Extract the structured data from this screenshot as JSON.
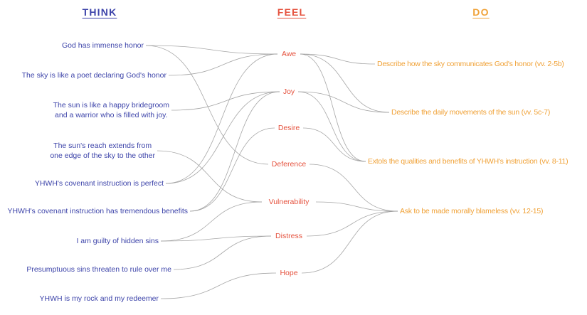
{
  "columns": {
    "think": {
      "header": "THINK",
      "color": "#3c43a9"
    },
    "feel": {
      "header": "FEEL",
      "color": "#e5523e"
    },
    "do": {
      "header": "DO",
      "color": "#f0a238"
    }
  },
  "line_color": "#979797",
  "think": {
    "items": [
      {
        "id": "god-honor",
        "text": "God has immense honor"
      },
      {
        "id": "sky-poet",
        "text": "The sky is like a poet declaring God's honor"
      },
      {
        "id": "bridegroom",
        "text": "The sun is like a happy bridegroom\nand a warrior who is filled with joy."
      },
      {
        "id": "suns-reach",
        "text": "The sun's reach extends from\none edge of the sky to the other"
      },
      {
        "id": "perfect",
        "text": "YHWH's covenant instruction is perfect"
      },
      {
        "id": "benefits",
        "text": "YHWH's covenant instruction has tremendous benefits"
      },
      {
        "id": "guilty",
        "text": "I am guilty of hidden sins"
      },
      {
        "id": "presumptuous",
        "text": "Presumptuous sins threaten to rule over me"
      },
      {
        "id": "rock",
        "text": "YHWH is my rock and my redeemer"
      }
    ]
  },
  "feel": {
    "items": [
      {
        "id": "awe",
        "text": "Awe"
      },
      {
        "id": "joy",
        "text": "Joy"
      },
      {
        "id": "desire",
        "text": "Desire"
      },
      {
        "id": "deference",
        "text": "Deference"
      },
      {
        "id": "vulnerability",
        "text": "Vulnerability"
      },
      {
        "id": "distress",
        "text": "Distress"
      },
      {
        "id": "hope",
        "text": "Hope"
      }
    ]
  },
  "do": {
    "items": [
      {
        "id": "describe-sky",
        "text": "Describe how the sky communicates God's honor (vv. 2-5b)"
      },
      {
        "id": "describe-sun",
        "text": "Describe the daily movements of the sun (vv. 5c-7)"
      },
      {
        "id": "extols",
        "text": "Extols the qualities and benefits of YHWH's instruction (vv. 8-11)"
      },
      {
        "id": "ask",
        "text": "Ask to be made morally blameless (vv. 12-15)"
      }
    ]
  },
  "edges": [
    {
      "from": "god-honor",
      "to": "awe"
    },
    {
      "from": "sky-poet",
      "to": "awe"
    },
    {
      "from": "perfect",
      "to": "awe"
    },
    {
      "from": "bridegroom",
      "to": "joy"
    },
    {
      "from": "perfect",
      "to": "joy"
    },
    {
      "from": "benefits",
      "to": "joy"
    },
    {
      "from": "benefits",
      "to": "desire"
    },
    {
      "from": "god-honor",
      "to": "deference"
    },
    {
      "from": "suns-reach",
      "to": "vulnerability"
    },
    {
      "from": "guilty",
      "to": "vulnerability"
    },
    {
      "from": "guilty",
      "to": "distress"
    },
    {
      "from": "presumptuous",
      "to": "distress"
    },
    {
      "from": "rock",
      "to": "hope"
    },
    {
      "from": "awe",
      "to": "describe-sky"
    },
    {
      "from": "awe",
      "to": "describe-sun"
    },
    {
      "from": "joy",
      "to": "describe-sun"
    },
    {
      "from": "awe",
      "to": "extols"
    },
    {
      "from": "joy",
      "to": "extols"
    },
    {
      "from": "desire",
      "to": "extols"
    },
    {
      "from": "deference",
      "to": "ask"
    },
    {
      "from": "vulnerability",
      "to": "ask"
    },
    {
      "from": "distress",
      "to": "ask"
    },
    {
      "from": "hope",
      "to": "ask"
    }
  ]
}
